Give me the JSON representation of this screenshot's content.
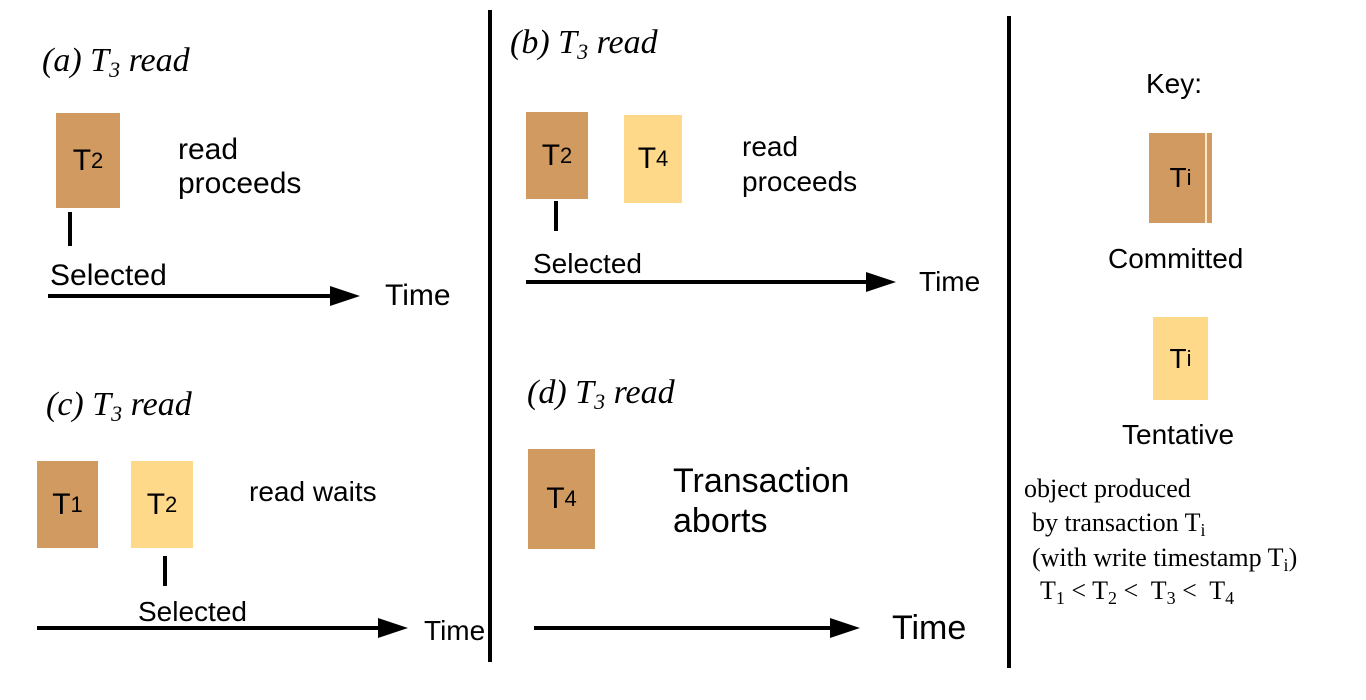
{
  "panels": {
    "a": {
      "heading_prefix": "(a) T",
      "heading_sub": "3",
      "heading_suffix": " read",
      "boxes": [
        {
          "t": "T",
          "sub": "2",
          "kind": "committed"
        }
      ],
      "outcome_line1": "read",
      "outcome_line2": "proceeds",
      "selected_label": "Selected",
      "time_label": "Time"
    },
    "b": {
      "heading_prefix": "(b) T",
      "heading_sub": "3",
      "heading_suffix": " read",
      "boxes": [
        {
          "t": "T",
          "sub": "2",
          "kind": "committed"
        },
        {
          "t": "T",
          "sub": "4",
          "kind": "tentative"
        }
      ],
      "outcome_line1": "read",
      "outcome_line2": "proceeds",
      "selected_label": "Selected",
      "time_label": "Time"
    },
    "c": {
      "heading_prefix": "(c) T",
      "heading_sub": "3",
      "heading_suffix": " read",
      "boxes": [
        {
          "t": "T",
          "sub": "1",
          "kind": "committed"
        },
        {
          "t": "T",
          "sub": "2",
          "kind": "tentative"
        }
      ],
      "outcome_line1": "read waits",
      "selected_label": "Selected",
      "time_label": "Time"
    },
    "d": {
      "heading_prefix": "(d) T",
      "heading_sub": "3",
      "heading_suffix": " read",
      "boxes": [
        {
          "t": "T",
          "sub": "4",
          "kind": "committed"
        }
      ],
      "outcome_line1": "Transaction",
      "outcome_line2": "aborts",
      "time_label": "Time"
    }
  },
  "key": {
    "title": "Key:",
    "committed_box": {
      "t": "T",
      "sub": "i"
    },
    "committed_label": "Committed",
    "tentative_box": {
      "t": "T",
      "sub": "i"
    },
    "tentative_label": "Tentative",
    "note_line1": "object produced",
    "note_line2_prefix": "by transaction T",
    "note_line2_sub": "i",
    "note_line3_prefix": "(with write timestamp T",
    "note_line3_sub": "i",
    "note_line3_suffix": ")",
    "order": {
      "t1": "T",
      "t1_sub": "1",
      "lt1": " < ",
      "t2": "T",
      "t2_sub": "2",
      "lt2": " <  ",
      "t3": "T",
      "t3_sub": "3",
      "lt3": " <  ",
      "t4": "T",
      "t4_sub": "4"
    }
  },
  "colors": {
    "committed": "#d09a60",
    "tentative": "#ffd98a",
    "ink": "#000000",
    "background": "#ffffff"
  }
}
